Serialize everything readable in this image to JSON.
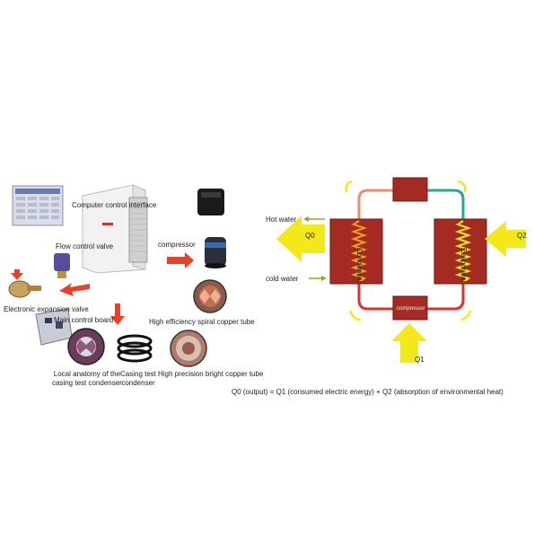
{
  "left_panel": {
    "computer_control_interface": "Computer control interface",
    "flow_control_valve": "Flow control valve",
    "compressor": "compressor",
    "electronic_expansion_valve": "Electronic expansion valve",
    "main_control_board": "Main control board",
    "high_efficiency_tube": "High efficiency spiral copper tube",
    "high_precision_tube": "High precision bright copper tube",
    "local_anatomy": "Local anatomy of the\ncasing test condenser",
    "casing_test_condenser": "Casing test\ncondenser"
  },
  "right_panel": {
    "hot_water": "Hot water",
    "cold_water": "cold water",
    "q0": "Q0",
    "q1": "Q1",
    "q2": "Q2",
    "condenser": "Condenser",
    "evaporator": "Evaporator",
    "compressor": "compressor",
    "formula": "Q0 (output) = Q1 (consumed electric energy) + Q2 (absorption of environmental heat)"
  },
  "colors": {
    "block_red": "#a52a22",
    "arrow_yellow": "#f2e81a",
    "arrow_red": "#e8412a",
    "pipe_teal": "#2aa39a",
    "pipe_salmon": "#f08a6a",
    "pipe_red": "#e03030",
    "coil_orange": "#f0a020"
  }
}
